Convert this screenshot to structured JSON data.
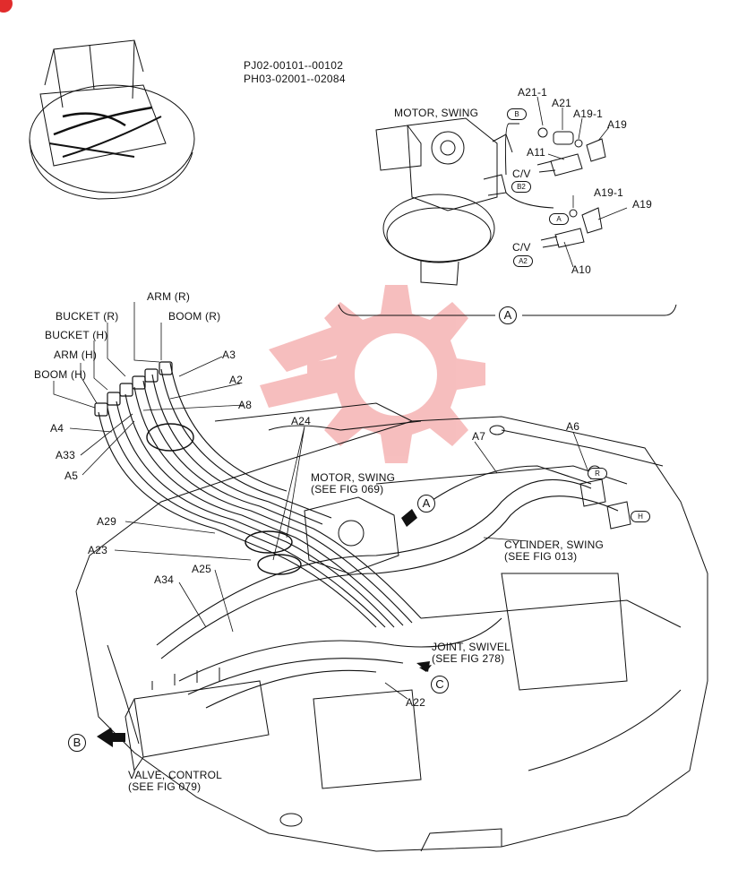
{
  "serials": [
    "PJ02-00101--00102",
    "PH03-02001--02084"
  ],
  "detail_a": {
    "title": "MOTOR, SWING",
    "callout": "A",
    "parts": [
      "A21-1",
      "A21",
      "A19-1",
      "A19",
      "A11",
      "A10"
    ],
    "cv_labels": [
      "C/V",
      "C/V"
    ],
    "port_tags": [
      "B",
      "B2",
      "A",
      "A2"
    ],
    "second_parts": [
      "A19-1",
      "A19"
    ]
  },
  "hose_labels": {
    "arm_r": "ARM (R)",
    "bucket_r": "BUCKET (R)",
    "boom_r": "BOOM (R)",
    "bucket_h": "BUCKET (H)",
    "arm_h": "ARM (H)",
    "boom_h": "BOOM (H)"
  },
  "part_numbers": {
    "a3": "A3",
    "a2": "A2",
    "a8": "A8",
    "a4": "A4",
    "a33": "A33",
    "a5": "A5",
    "a24": "A24",
    "a7": "A7",
    "a6": "A6",
    "a29": "A29",
    "a23": "A23",
    "a34": "A34",
    "a25": "A25",
    "a22": "A22"
  },
  "references": {
    "motor_swing": [
      "MOTOR, SWING",
      "(SEE FIG 069)"
    ],
    "cylinder_swing": [
      "CYLINDER, SWING",
      "(SEE FIG 013)"
    ],
    "joint_swivel": [
      "JOINT, SWIVEL",
      "(SEE FIG 278)"
    ],
    "valve_control": [
      "VALVE, CONTROL",
      "(SEE FIG 079)"
    ]
  },
  "callouts": {
    "a": "A",
    "b": "B",
    "c": "C"
  },
  "fitting_tags": {
    "r": "R",
    "h": "H"
  },
  "colors": {
    "badge": "#e12c2c",
    "watermark": "#f08a8a",
    "line": "#111111"
  }
}
